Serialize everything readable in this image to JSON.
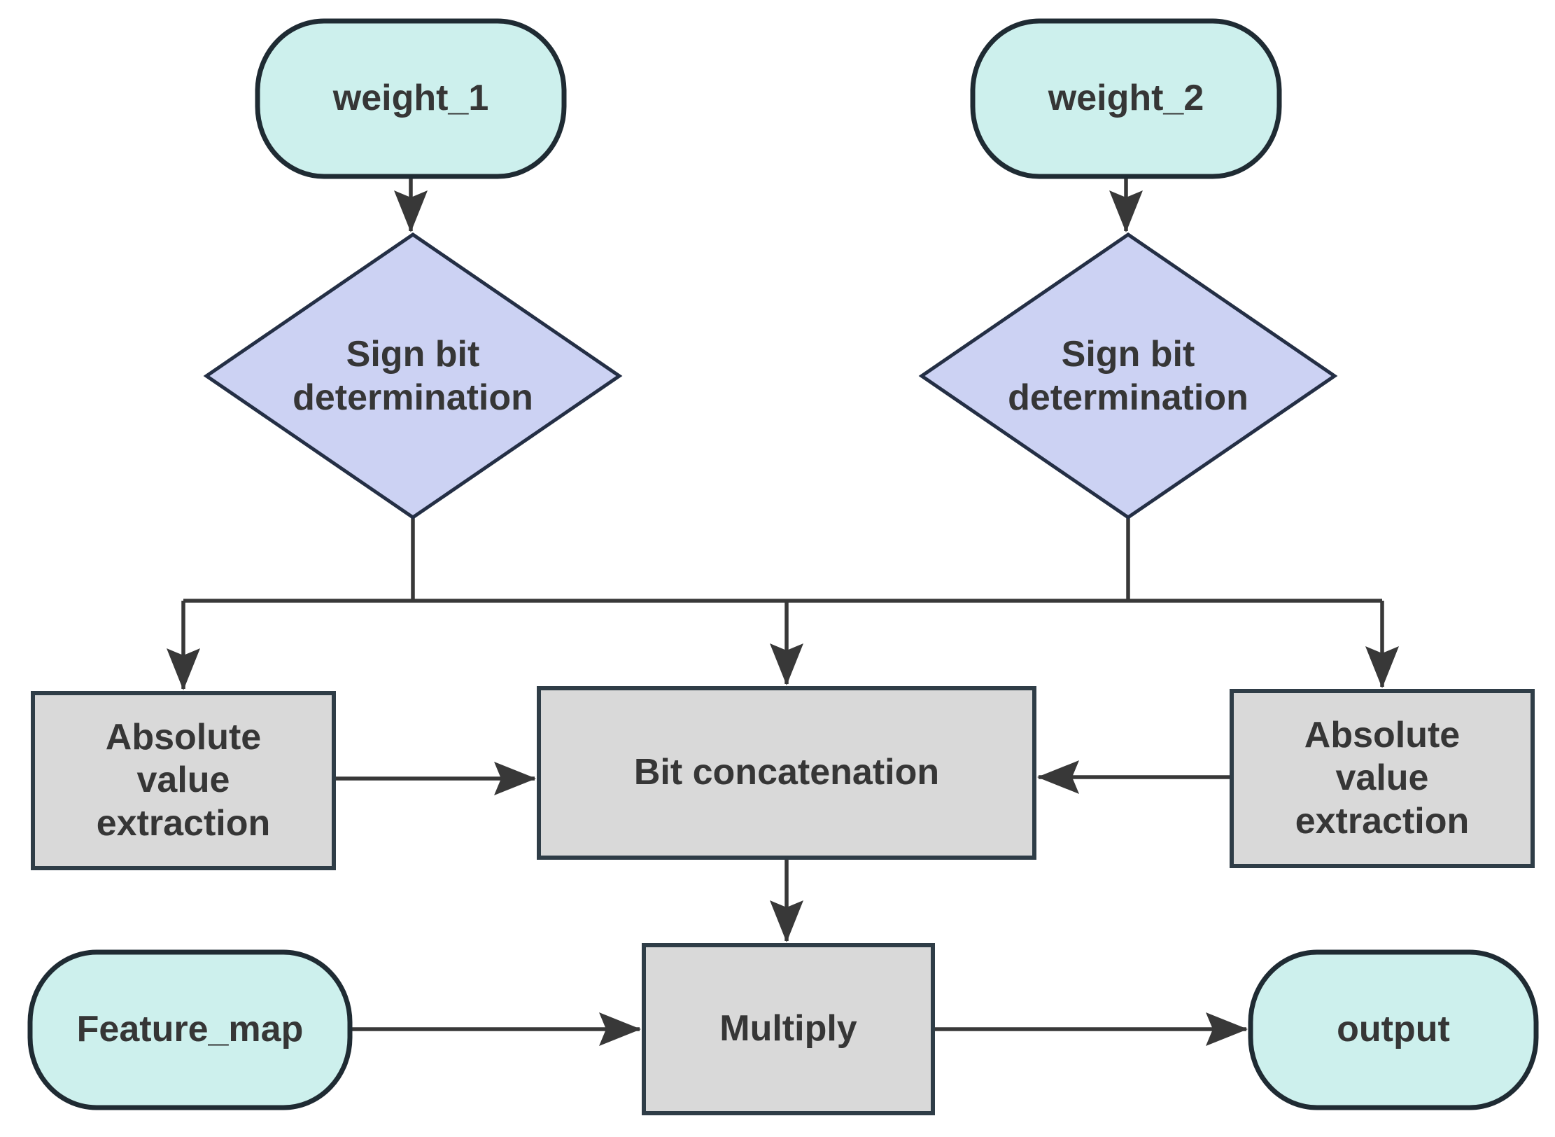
{
  "colors": {
    "terminator_fill": "#cdf0ed",
    "terminator_stroke": "#1f2b33",
    "decision_fill": "#ccd2f3",
    "decision_stroke": "#242f45",
    "process_fill": "#d9d9d9",
    "process_stroke": "#2f3d47",
    "connector_color": "#383838",
    "text_color": "#363636",
    "canvas_bg": "#ffffff"
  },
  "nodes": {
    "weight_1": {
      "label": "weight_1",
      "type": "terminator"
    },
    "weight_2": {
      "label": "weight_2",
      "type": "terminator"
    },
    "sign_bit_1": {
      "label": "Sign bit determination",
      "type": "decision"
    },
    "sign_bit_2": {
      "label": "Sign bit determination",
      "type": "decision"
    },
    "abs_left": {
      "label": "Absolute value extraction",
      "type": "process"
    },
    "bit_concat": {
      "label": "Bit concatenation",
      "type": "process"
    },
    "abs_right": {
      "label": "Absolute value extraction",
      "type": "process"
    },
    "multiply": {
      "label": "Multiply",
      "type": "process"
    },
    "feature_map": {
      "label": "Feature_map",
      "type": "terminator"
    },
    "output": {
      "label": "output",
      "type": "terminator"
    }
  },
  "edges": [
    {
      "from": "weight_1",
      "to": "sign_bit_1"
    },
    {
      "from": "weight_2",
      "to": "sign_bit_2"
    },
    {
      "from": "sign_bit_1",
      "to": "abs_left"
    },
    {
      "from": "sign_bit_1",
      "to": "bit_concat"
    },
    {
      "from": "sign_bit_2",
      "to": "bit_concat"
    },
    {
      "from": "sign_bit_2",
      "to": "abs_right"
    },
    {
      "from": "abs_left",
      "to": "bit_concat"
    },
    {
      "from": "abs_right",
      "to": "bit_concat"
    },
    {
      "from": "bit_concat",
      "to": "multiply"
    },
    {
      "from": "feature_map",
      "to": "multiply"
    },
    {
      "from": "multiply",
      "to": "output"
    }
  ]
}
